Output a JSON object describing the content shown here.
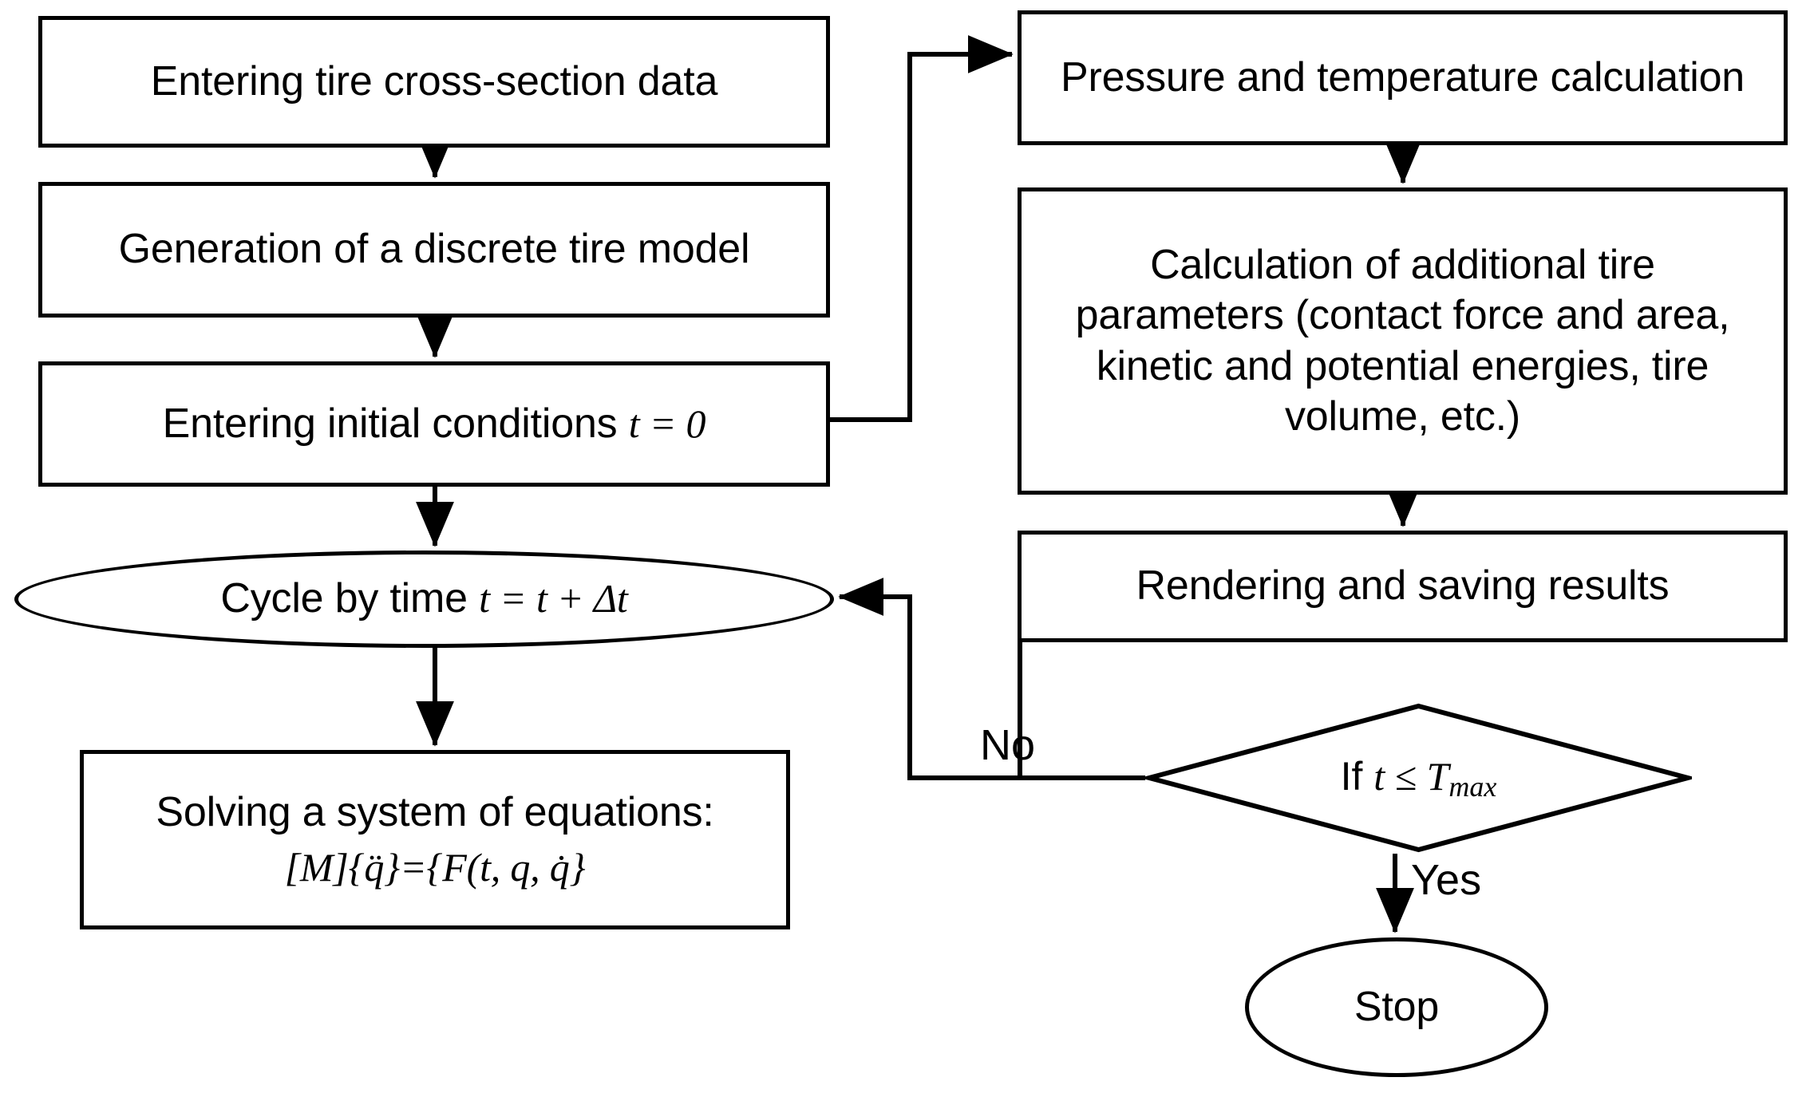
{
  "diagram": {
    "title": "Tire simulation algorithm flowchart",
    "type": "flowchart",
    "colors": {
      "stroke": "#000000",
      "fill": "#ffffff",
      "text": "#000000"
    },
    "nodes": [
      {
        "id": "enter-cross-section",
        "shape": "process",
        "label": "Entering tire cross-section data"
      },
      {
        "id": "generate-model",
        "shape": "process",
        "label": "Generation of a discrete tire model"
      },
      {
        "id": "initial-conditions",
        "shape": "process",
        "label_prefix": "Entering initial conditions ",
        "label_math": "t = 0"
      },
      {
        "id": "cycle-by-time",
        "shape": "terminator",
        "label_prefix": "Cycle by time ",
        "label_math": "t = t + Δt"
      },
      {
        "id": "solve-equations",
        "shape": "process",
        "label_line1": "Solving a system of equations:",
        "label_line2": "[M]{q̈}={F(t, q, q̇}"
      },
      {
        "id": "pressure-temperature",
        "shape": "process",
        "label": "Pressure and temperature calculation"
      },
      {
        "id": "additional-parameters",
        "shape": "process",
        "label": "Calculation of additional tire parameters (contact force and area, kinetic and potential energies, tire volume, etc.)"
      },
      {
        "id": "render-save",
        "shape": "process",
        "label": "Rendering and saving results"
      },
      {
        "id": "time-check",
        "shape": "decision",
        "label_prefix": "If ",
        "label_math": "t ≤ T",
        "label_sub": "max"
      },
      {
        "id": "stop",
        "shape": "terminator",
        "label": "Stop"
      }
    ],
    "edge_labels": {
      "no": "No",
      "yes": "Yes"
    }
  }
}
